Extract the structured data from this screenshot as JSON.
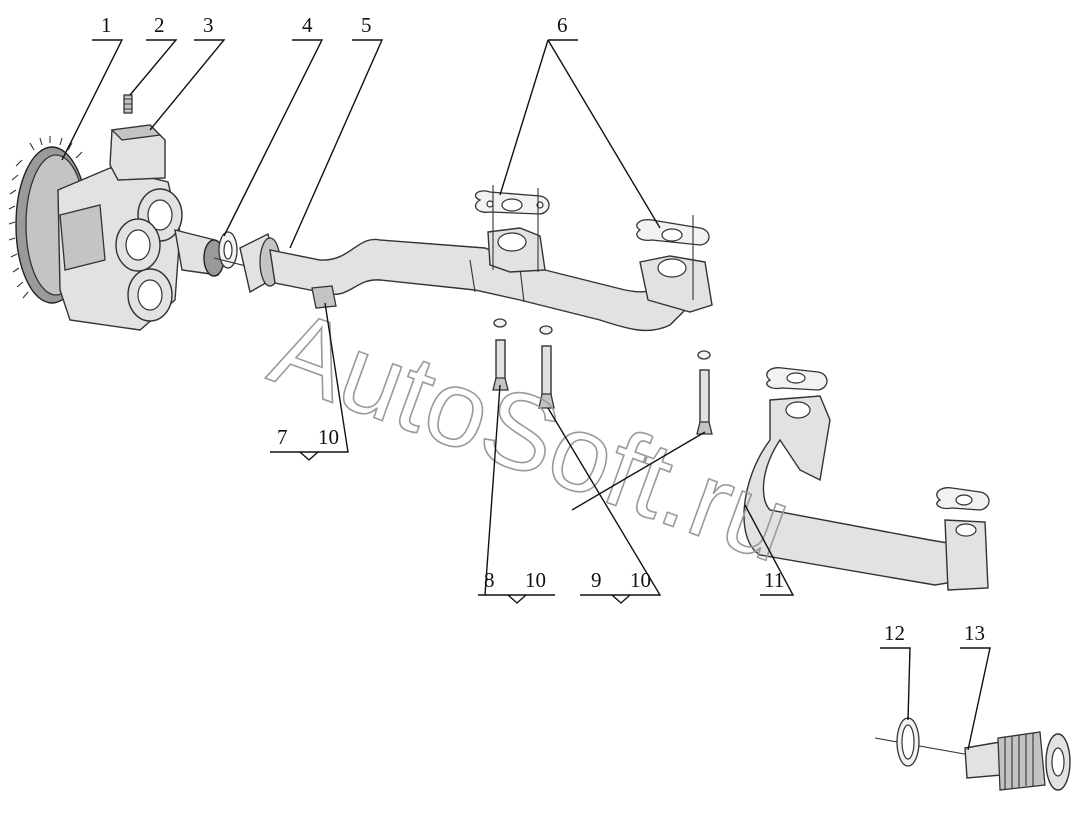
{
  "callouts": {
    "c1": "1",
    "c2": "2",
    "c3": "3",
    "c4": "4",
    "c5": "5",
    "c6": "6",
    "c7": "7",
    "c7_10": "10",
    "c8": "8",
    "c8_10": "10",
    "c9": "9",
    "c9_10": "10",
    "c11": "11",
    "c12": "12",
    "c13": "13"
  },
  "watermark": {
    "text": "AutoSoft.ru"
  }
}
